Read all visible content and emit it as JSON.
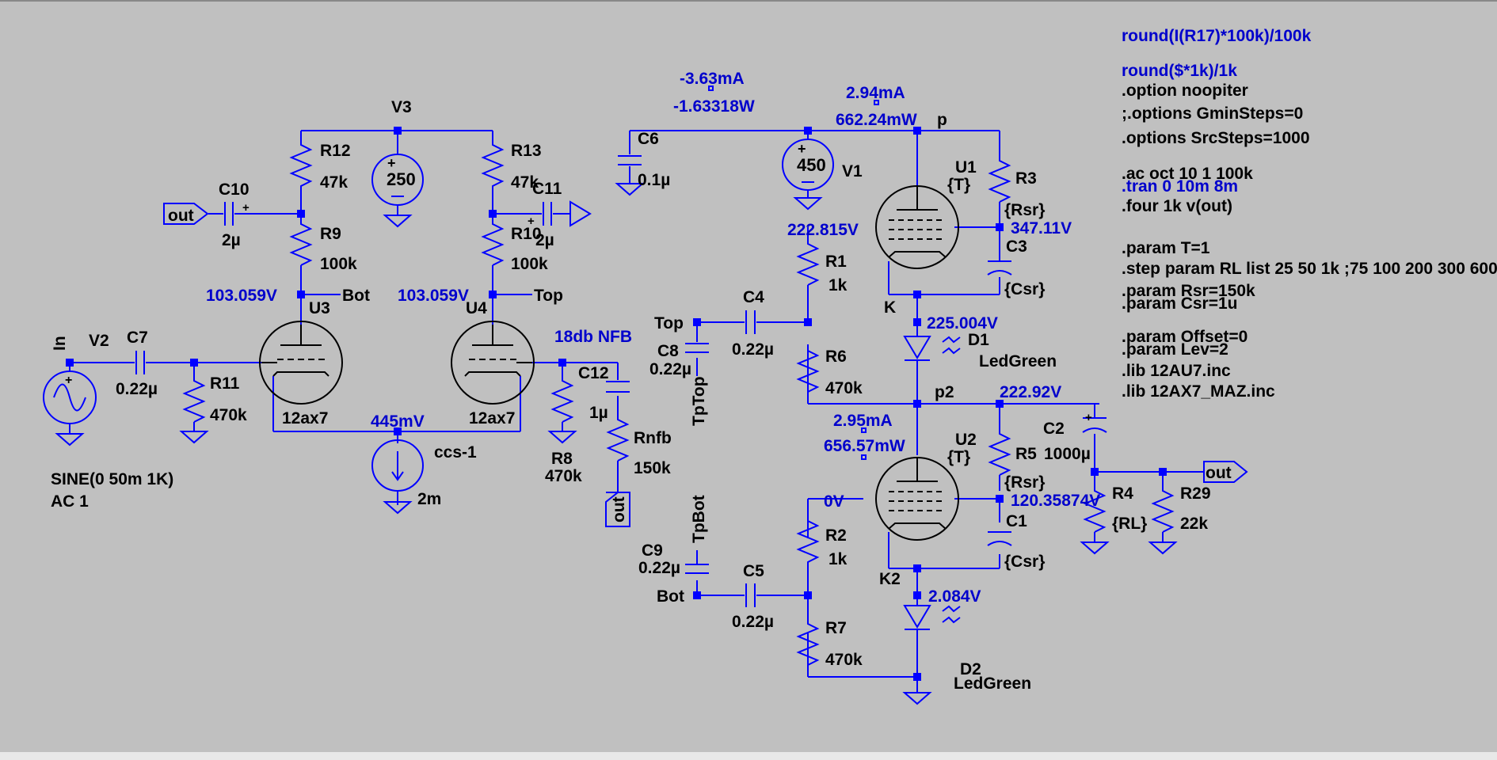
{
  "components": {
    "V3": {
      "name": "V3",
      "value": "250"
    },
    "V1": {
      "name": "V1",
      "value": "450"
    },
    "V2": {
      "name": "V2",
      "net": "In",
      "sine": "SINE(0 50m 1K)",
      "ac": "AC 1"
    },
    "C10": {
      "name": "C10",
      "value": "2µ"
    },
    "C11": {
      "name": "C11",
      "value": "2µ"
    },
    "C7": {
      "name": "C7",
      "value": "0.22µ"
    },
    "C6": {
      "name": "C6",
      "value": "0.1µ"
    },
    "C4": {
      "name": "C4",
      "value": "0.22µ"
    },
    "C8": {
      "name": "C8",
      "value": "0.22µ"
    },
    "C9": {
      "name": "C9",
      "value": "0.22µ"
    },
    "C5": {
      "name": "C5",
      "value": "0.22µ"
    },
    "C12": {
      "name": "C12",
      "value": "1µ"
    },
    "C2": {
      "name": "C2",
      "value": "1000µ"
    },
    "C3": {
      "name": "C3",
      "value": "{Csr}"
    },
    "C1": {
      "name": "C1",
      "value": "{Csr}"
    },
    "R12": {
      "name": "R12",
      "value": "47k"
    },
    "R13": {
      "name": "R13",
      "value": "47k"
    },
    "R9": {
      "name": "R9",
      "value": "100k"
    },
    "R10": {
      "name": "R10",
      "value": "100k"
    },
    "R11": {
      "name": "R11",
      "value": "470k"
    },
    "R8": {
      "name": "R8",
      "value": "470k"
    },
    "Rnfb": {
      "name": "Rnfb",
      "value": "150k"
    },
    "R1": {
      "name": "R1",
      "value": "1k"
    },
    "R6": {
      "name": "R6",
      "value": "470k"
    },
    "R2": {
      "name": "R2",
      "value": "1k"
    },
    "R7": {
      "name": "R7",
      "value": "470k"
    },
    "R3": {
      "name": "R3",
      "value": "{Rsr}"
    },
    "R5": {
      "name": "R5",
      "value": "{Rsr}"
    },
    "R4": {
      "name": "R4",
      "value": "{RL}"
    },
    "R29": {
      "name": "R29",
      "value": "22k"
    },
    "U3": {
      "name": "U3",
      "value": "12ax7"
    },
    "U4": {
      "name": "U4",
      "value": "12ax7"
    },
    "U1": {
      "name": "U1",
      "value": "{T}"
    },
    "U2": {
      "name": "U2",
      "value": "{T}"
    },
    "D1": {
      "name": "D1",
      "value": "LedGreen"
    },
    "D2": {
      "name": "D2",
      "value": "LedGreen"
    },
    "ccs": {
      "name": "ccs-1",
      "value": "2m"
    }
  },
  "nets": {
    "out_left": "out",
    "out_right": "out",
    "out_bottom": "out",
    "bot": "Bot",
    "top": "Top",
    "top2": "Top",
    "bot2": "Bot",
    "tptop": "TpTop",
    "tpbot": "TpBot",
    "p": "p",
    "p2": "p2",
    "K": "K",
    "K2": "K2",
    "nfb": "18db NFB"
  },
  "probes": {
    "v_u3plate": "103.059V",
    "v_u4plate": "103.059V",
    "v_ccs": "445mV",
    "i_c6": "-3.63mA",
    "p_c6": "-1.63318W",
    "i_v1": "2.94mA",
    "p_u1": "662.24mW",
    "v_r1": "222.815V",
    "v_r3": "347.11V",
    "v_k": "225.004V",
    "v_p2": "222.92V",
    "i_u2": "2.95mA",
    "p_u2": "656.57mW",
    "v_0": "0V",
    "v_r5": "120.35874V",
    "v_k2": "2.084V"
  },
  "directives": [
    {
      "text": "round(I(R17)*100k)/100k",
      "color": "blue"
    },
    {
      "text": "round($*1k)/1k",
      "color": "blue"
    },
    {
      "text": ".option noopiter",
      "color": "black"
    },
    {
      "text": ";.options GminSteps=0",
      "color": "black"
    },
    {
      "text": ".options SrcSteps=1000",
      "color": "black"
    },
    {
      "text": ".ac oct 10 1 100k",
      "color": "black"
    },
    {
      "text": ".tran 0 10m 8m",
      "color": "blue"
    },
    {
      "text": ".four 1k v(out)",
      "color": "black"
    },
    {
      "text": ".param T=1",
      "color": "black"
    },
    {
      "text": ".step param RL list 25 50 1k ;75 100 200 300 600",
      "color": "black"
    },
    {
      "text": ".param Rsr=150k",
      "color": "black"
    },
    {
      "text": ".param Csr=1u",
      "color": "black"
    },
    {
      "text": ".param Offset=0",
      "color": "black"
    },
    {
      "text": ".param Lev=2",
      "color": "black"
    },
    {
      "text": ".lib 12AU7.inc",
      "color": "black"
    },
    {
      "text": ".lib 12AX7_MAZ.inc",
      "color": "black"
    }
  ]
}
